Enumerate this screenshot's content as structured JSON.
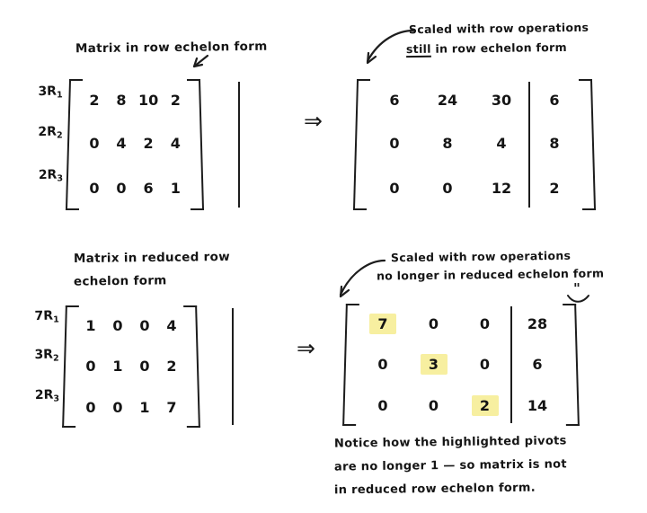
{
  "page": {
    "background": "#ffffff",
    "ink_color": "#1a1a1a",
    "highlight_color": "#f7efa0"
  },
  "top_section": {
    "left_title": "Matrix in row echelon form",
    "right_note_line1": "Scaled with row operations",
    "right_note_line2_emph": "still",
    "right_note_line2_rest": " in row echelon form",
    "implies_symbol": "⇒",
    "left_matrix": {
      "row_labels": [
        {
          "coef": "3R",
          "index": "1"
        },
        {
          "coef": "2R",
          "index": "2"
        },
        {
          "coef": "2R",
          "index": "3"
        }
      ],
      "rows": [
        {
          "coeffs": [
            "2",
            "8",
            "10"
          ],
          "aug": "2"
        },
        {
          "coeffs": [
            "0",
            "4",
            "2"
          ],
          "aug": "4"
        },
        {
          "coeffs": [
            "0",
            "0",
            "6"
          ],
          "aug": "1"
        }
      ]
    },
    "right_matrix": {
      "rows": [
        {
          "coeffs": [
            "6",
            "24",
            "30"
          ],
          "aug": "6"
        },
        {
          "coeffs": [
            "0",
            "8",
            "4"
          ],
          "aug": "8"
        },
        {
          "coeffs": [
            "0",
            "0",
            "12"
          ],
          "aug": "2"
        }
      ]
    }
  },
  "bottom_section": {
    "left_title_line1": "Matrix in reduced row",
    "left_title_line2": "echelon form",
    "right_note_line1": "Scaled with row operations",
    "right_note_line2": "no longer in reduced echelon form",
    "implies_symbol": "⇒",
    "stray_mark": "\"",
    "left_matrix": {
      "row_labels": [
        {
          "coef": "7R",
          "index": "1"
        },
        {
          "coef": "3R",
          "index": "2"
        },
        {
          "coef": "2R",
          "index": "3"
        }
      ],
      "rows": [
        {
          "coeffs": [
            "1",
            "0",
            "0"
          ],
          "aug": "4"
        },
        {
          "coeffs": [
            "0",
            "1",
            "0"
          ],
          "aug": "2"
        },
        {
          "coeffs": [
            "0",
            "0",
            "1"
          ],
          "aug": "7"
        }
      ]
    },
    "right_matrix": {
      "rows": [
        {
          "coeffs": [
            "7",
            "0",
            "0"
          ],
          "aug": "28",
          "highlight_col": 0
        },
        {
          "coeffs": [
            "0",
            "3",
            "0"
          ],
          "aug": "6",
          "highlight_col": 1
        },
        {
          "coeffs": [
            "0",
            "0",
            "2"
          ],
          "aug": "14",
          "highlight_col": 2
        }
      ]
    },
    "caption_line1": "Notice how the highlighted pivots",
    "caption_line2": "are no longer 1 — so matrix is not",
    "caption_line3": "in reduced row echelon form."
  }
}
